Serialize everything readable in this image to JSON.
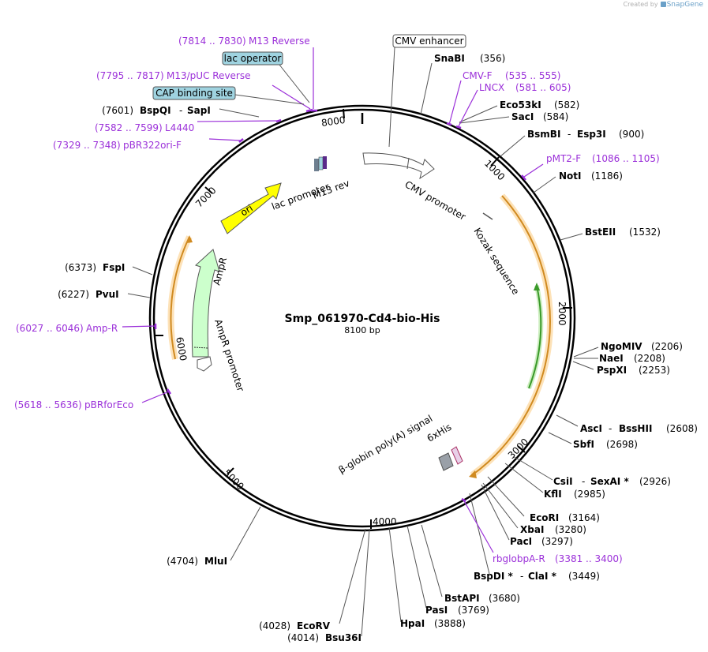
{
  "credit": {
    "created_by": "Created by",
    "brand": "SnapGene"
  },
  "title": "Smp_061970-Cd4-bio-His",
  "length_label": "8100 bp",
  "ticks": [
    "1000",
    "2000",
    "3000",
    "4000",
    "5000",
    "6000",
    "7000",
    "8000"
  ],
  "enzymes": [
    {
      "name": "SnaBI",
      "pos": "(356)"
    },
    {
      "name": "Eco53kI",
      "pos": "(582)"
    },
    {
      "name": "SacI",
      "pos": "(584)"
    },
    {
      "name": "BsmBI",
      "sep": "-",
      "name2": "Esp3I",
      "pos": "(900)"
    },
    {
      "name": "NotI",
      "pos": "(1186)"
    },
    {
      "name": "BstEII",
      "pos": "(1532)"
    },
    {
      "name": "NgoMIV",
      "pos": "(2206)"
    },
    {
      "name": "NaeI",
      "pos": "(2208)"
    },
    {
      "name": "PspXI",
      "pos": "(2253)"
    },
    {
      "name": "AscI",
      "sep": "-",
      "name2": "BssHII",
      "pos": "(2608)"
    },
    {
      "name": "SbfI",
      "pos": "(2698)"
    },
    {
      "name": "CsiI",
      "sep": "-",
      "name2": "SexAI *",
      "pos": "(2926)"
    },
    {
      "name": "KflI",
      "pos": "(2985)"
    },
    {
      "name": "EcoRI",
      "pos": "(3164)"
    },
    {
      "name": "XbaI",
      "pos": "(3280)"
    },
    {
      "name": "PacI",
      "pos": "(3297)"
    },
    {
      "name": "BspDI *",
      "sep": "-",
      "name2": "ClaI *",
      "pos": "(3449)"
    },
    {
      "name": "BstAPI",
      "pos": "(3680)"
    },
    {
      "name": "PasI",
      "pos": "(3769)"
    },
    {
      "name": "HpaI",
      "pos": "(3888)"
    },
    {
      "name": "Bsu36I",
      "pos": "(4014)"
    },
    {
      "name": "EcoRV",
      "pos": "(4028)"
    },
    {
      "name": "MluI",
      "pos": "(4704)"
    },
    {
      "name": "PvuI",
      "pos": "(6227)"
    },
    {
      "name": "FspI",
      "pos": "(6373)"
    },
    {
      "name": "BspQI",
      "sep": "-",
      "name2": "SapI",
      "pos": "(7601)"
    }
  ],
  "primers": [
    {
      "name": "M13 Reverse",
      "range": "(7814 .. 7830)"
    },
    {
      "name": "M13/pUC Reverse",
      "range": "(7795 .. 7817)"
    },
    {
      "name": "L4440",
      "range": "(7582 .. 7599)"
    },
    {
      "name": "pBR322ori-F",
      "range": "(7329 .. 7348)"
    },
    {
      "name": "CMV-F",
      "range": "(535 .. 555)"
    },
    {
      "name": "LNCX",
      "range": "(581 .. 605)"
    },
    {
      "name": "pMT2-F",
      "range": "(1086 .. 1105)"
    },
    {
      "name": "rbglobpA-R",
      "range": "(3381 .. 3400)"
    },
    {
      "name": "Amp-R",
      "range": "(6027 .. 6046)"
    },
    {
      "name": "pBRforEco",
      "range": "(5618 .. 5636)"
    }
  ],
  "boxed_features": [
    {
      "name": "CMV enhancer",
      "color": "#ffffff"
    },
    {
      "name": "lac operator",
      "color": "#9fd3e0"
    },
    {
      "name": "CAP binding site",
      "color": "#9fd3e0"
    }
  ],
  "features": {
    "cmv_promoter": "CMV promoter",
    "kozak": "Kozak sequence",
    "lac_promoter": "lac promoter",
    "m13_rev": "M13 rev",
    "ori": "ori",
    "ampr": "AmpR",
    "ampr_promoter": "AmpR promoter",
    "his": "6xHis",
    "globin": "β-globin poly(A) signal"
  },
  "colors": {
    "primer": "#9b30d9",
    "ori": "#ffff00",
    "ampr": "#ccffcc",
    "orf": "#f0b050",
    "insert_green": "#3a9a2a",
    "misc": "#9fd3e0"
  }
}
